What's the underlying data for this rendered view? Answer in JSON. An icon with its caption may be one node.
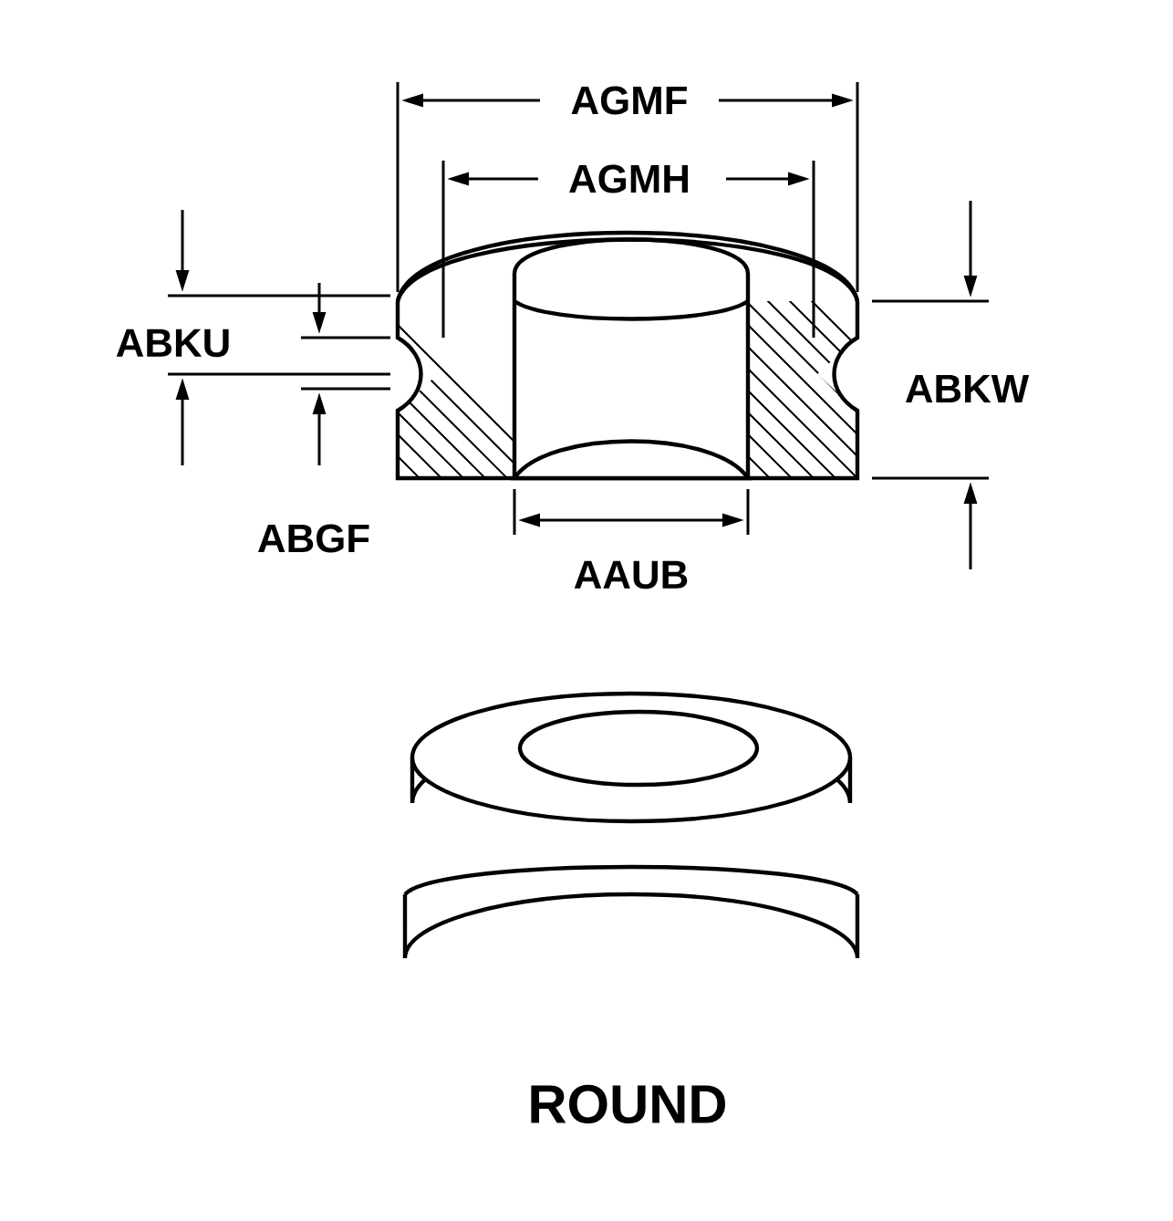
{
  "diagram": {
    "caption": "ROUND",
    "labels": [
      "AGMF",
      "AGMH",
      "ABKU",
      "ABGF",
      "ABKW",
      "AAUB"
    ]
  }
}
